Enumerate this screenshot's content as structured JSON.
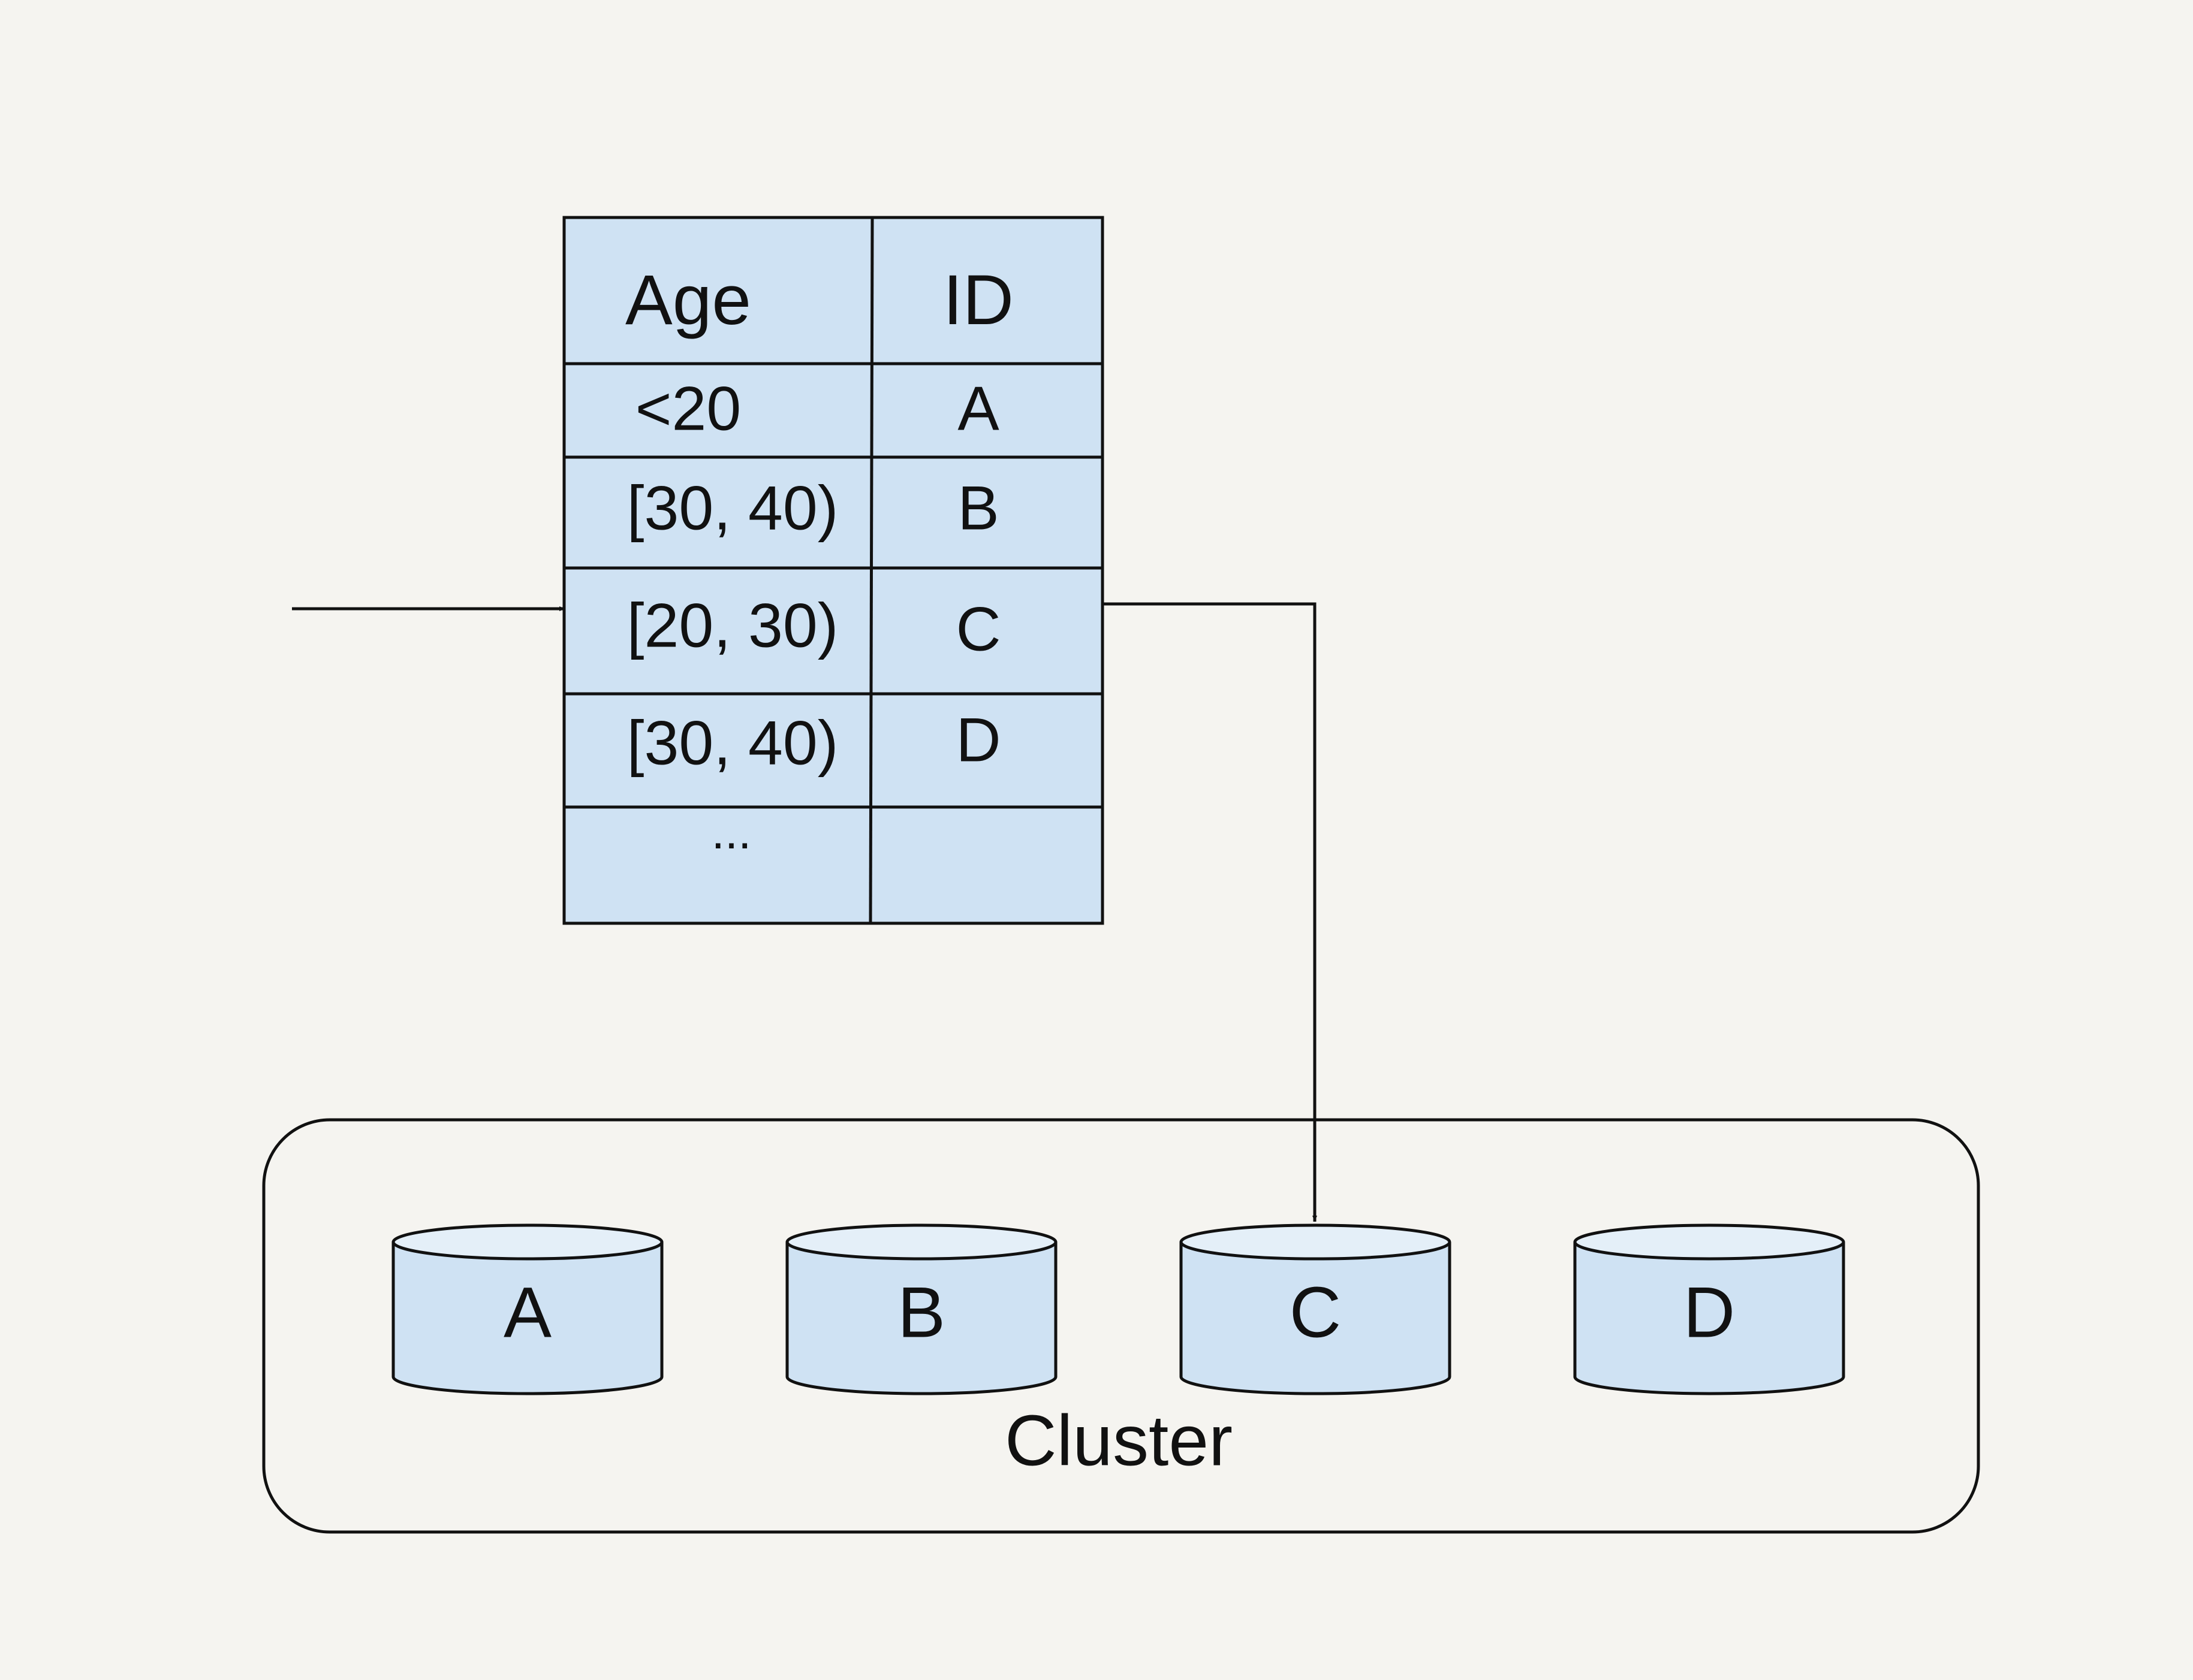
{
  "table": {
    "headers": {
      "age": "Age",
      "id": "ID"
    },
    "rows": [
      {
        "age": "<20",
        "id": "A"
      },
      {
        "age": "[30, 40)",
        "id": "B"
      },
      {
        "age": "[20, 30)",
        "id": "C"
      },
      {
        "age": "[30, 40)",
        "id": "D"
      },
      {
        "age": "...",
        "id": ""
      }
    ]
  },
  "cluster": {
    "label": "Cluster",
    "nodes": [
      "A",
      "B",
      "C",
      "D"
    ]
  },
  "colors": {
    "background": "#f5f4f0",
    "fill": "#cfe2f3",
    "fill_top": "#e4eff8",
    "stroke": "#111111"
  }
}
